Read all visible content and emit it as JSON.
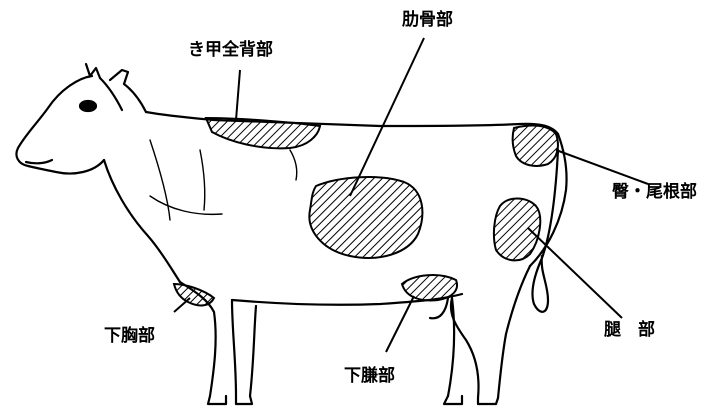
{
  "diagram": {
    "labels": {
      "withers_back": "き甲全背部",
      "rib": "肋骨部",
      "rump_tailhead": "臀・尾根部",
      "thigh": "腿　部",
      "lower_chest": "下胸部",
      "lower_belly": "下膁部"
    },
    "colors": {
      "ink": "#000000",
      "paper": "#ffffff"
    }
  }
}
